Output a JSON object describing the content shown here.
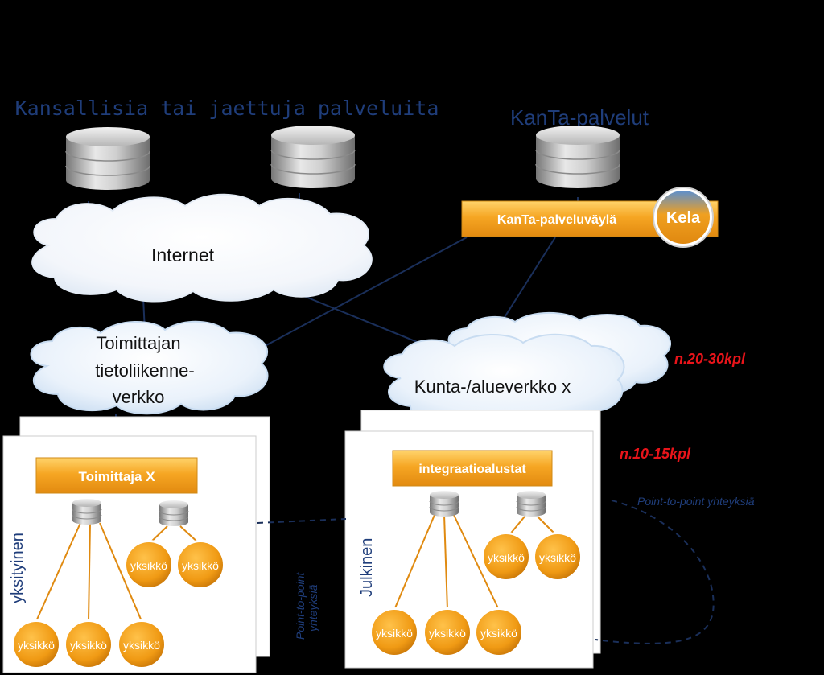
{
  "top": {
    "national_services_label": "Kansallisia tai jaettuja palveluita",
    "kanta_services_label": "KanTa-palvelut"
  },
  "kanta_bus": {
    "label": "KanTa-palveluväylä",
    "kela_label": "Kela"
  },
  "clouds": {
    "internet": "Internet",
    "supplier_network_lines": [
      "Toimittajan",
      "tietoliikenne-",
      "verkko"
    ],
    "municipal_network": "Kunta-/alueverkko x"
  },
  "counts": {
    "municipal_networks": "n.20-30kpl",
    "integration_platforms": "n.10-15kpl"
  },
  "private": {
    "vertical_label": "yksityinen",
    "box_label": "Toimittaja X",
    "units": [
      "yksikkö",
      "yksikkö",
      "yksikkö",
      "yksikkö",
      "yksikkö"
    ]
  },
  "public": {
    "vertical_label": "Julkinen",
    "box_label": "integraatioalustat",
    "units": [
      "yksikkö",
      "yksikkö",
      "yksikkö",
      "yksikkö",
      "yksikkö"
    ]
  },
  "p2p": {
    "horizontal_label": "Point-to-point yhteyksiä",
    "vertical_lines": [
      "Point-to-point",
      "yhteyksiä"
    ]
  },
  "colors": {
    "background": "#000000",
    "title_blue": "#1f3d7a",
    "orange": "#f5a623",
    "unit_orange": "#f0a020",
    "red_count": "#e8141a",
    "line_navy": "#1a2f5a"
  }
}
